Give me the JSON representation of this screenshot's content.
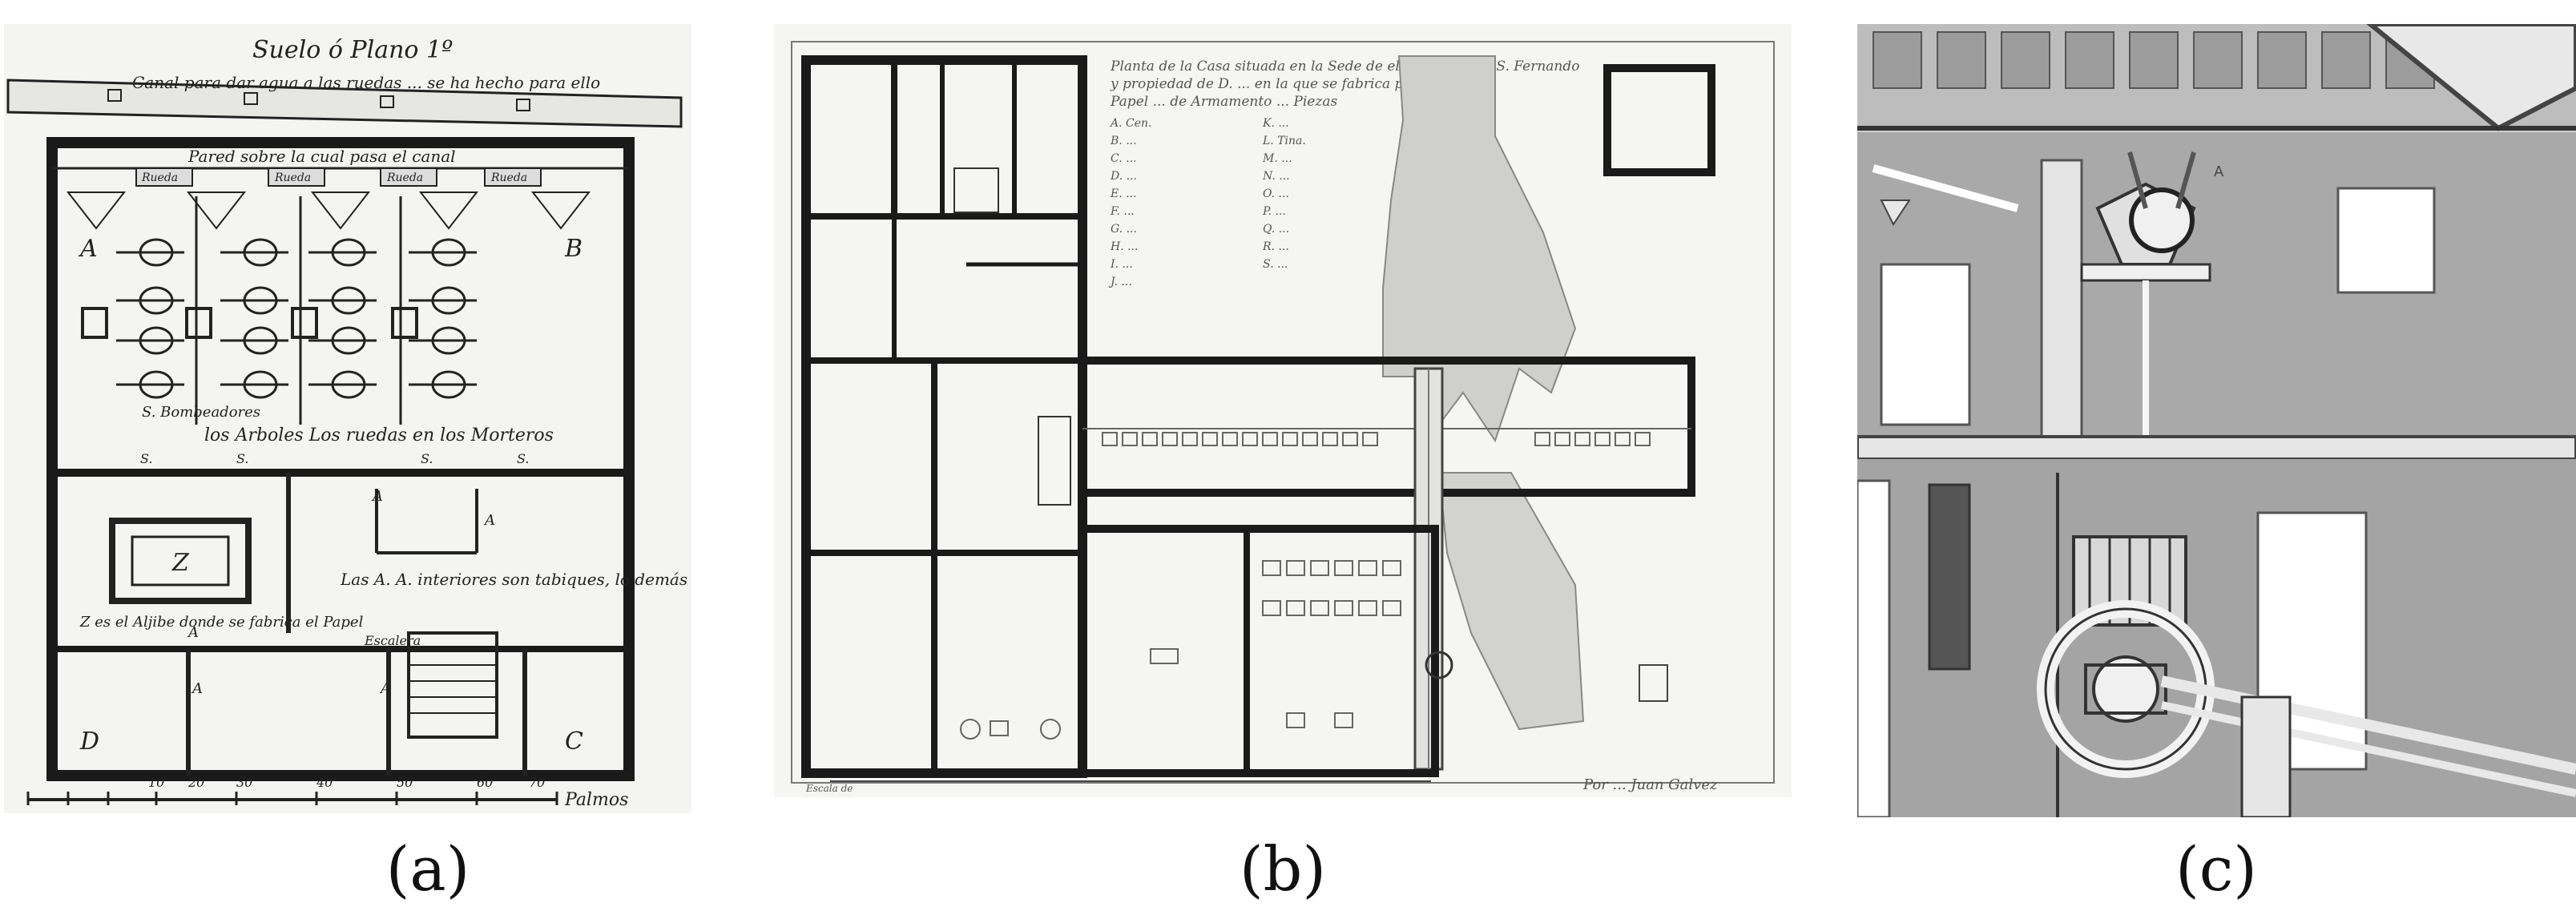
{
  "captions": {
    "a": "(a)",
    "b": "(b)",
    "c": "(c)"
  },
  "panel_a": {
    "title": "Suelo ó Plano 1º",
    "canal_note": "Canal para dar agua a las ruedas ... se ha hecho para ello",
    "wall_note": "Pared sobre la cual pasa el canal",
    "wheel_labels": [
      "Rueda",
      "Rueda",
      "Rueda",
      "Rueda"
    ],
    "corner_labels": [
      "A",
      "B",
      "C",
      "D"
    ],
    "engines_note": "S. Bombeadores",
    "trees_note": "los Arboles Los ruedas en los Morteros",
    "cistern_label": "Z",
    "cistern_note": "Z es el Aljibe donde se fabrica el Papel",
    "interior_note": "Las A. A. interiores son tabiques, lo demás son Paredes",
    "stairs_label": "Escalera",
    "room_labels": [
      "S.",
      "S.",
      "S.",
      "S.",
      "A",
      "A",
      "A",
      "A",
      "A"
    ],
    "scale_numbers": [
      "10",
      "20",
      "30",
      "40",
      "50",
      "60",
      "70"
    ],
    "scale_unit": "Palmos"
  },
  "panel_b": {
    "title_line1": "Planta de la Casa situada en la Sede de el Real Sitio de S. Fernando",
    "title_line2": "y propiedad de D. ... en la que se fabrica papel",
    "title_line3": "Papel ... de Armamento ... Piezas",
    "legend_left": [
      "A. Cen.",
      "B. ... ",
      "C. ... ",
      "D. ... ",
      "E. ... ",
      "F. ... ",
      "G. ... ",
      "H. ... ",
      "I. ... ",
      "J. ... "
    ],
    "legend_right": [
      "K. ... ",
      "L. Tina.",
      "M. ... ",
      "N. ... ",
      "O. ... ",
      "P. ... ",
      "Q. ... ",
      "R. ... ",
      "S. ... "
    ],
    "scale_label": "Escala de",
    "signature": "Por ... Juan Galvez"
  },
  "panel_c": {
    "label": "A"
  }
}
